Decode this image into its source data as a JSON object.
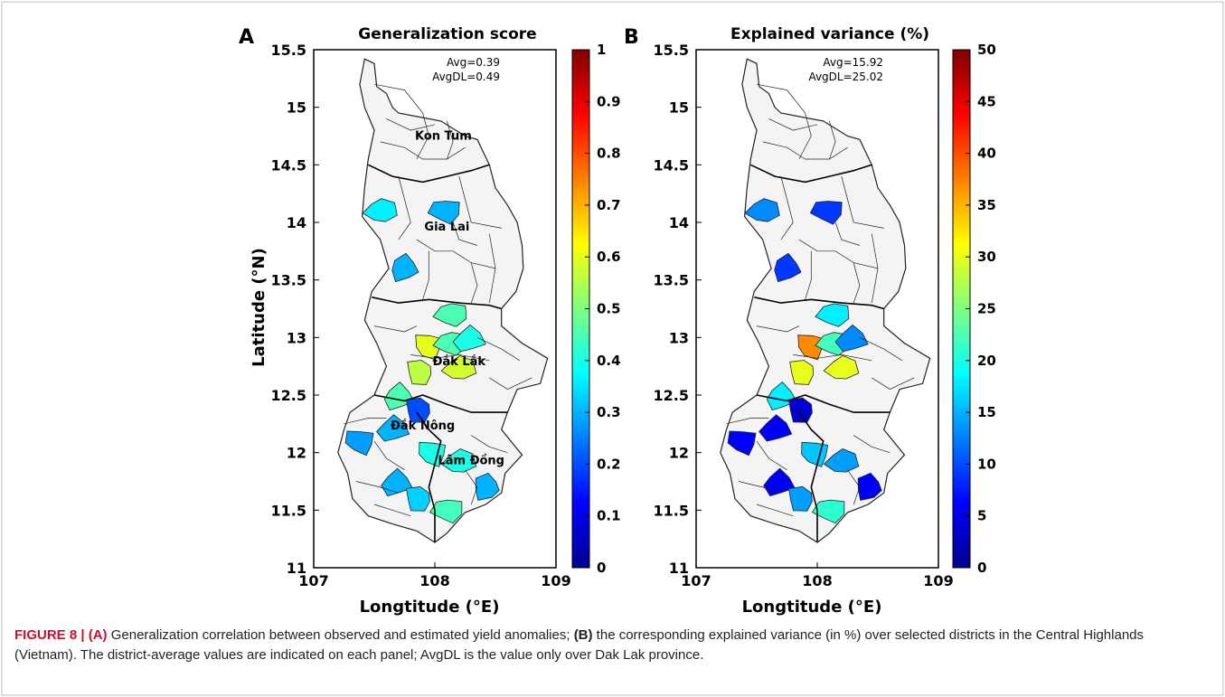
{
  "figure": {
    "caption_label": "FIGURE 8 | (A)",
    "caption_text_a": " Generalization correlation between observed and estimated yield anomalies; ",
    "caption_label_b": "(B)",
    "caption_text_b": " the corresponding explained variance (in %) over selected districts in the Central Highlands (Vietnam). The district-average values are indicated on each panel; AvgDL is the value only over Dak Lak province."
  },
  "map_data": [
    {
      "panel": "A",
      "title": "Generalization score",
      "avg_label": "Avg=0.39",
      "avgdl_label": "AvgDL=0.49",
      "xlabel": "Longtitude (°E)",
      "ylabel": "Latitude (°N)",
      "xlim": [
        107,
        109
      ],
      "ylim": [
        11,
        15.5
      ],
      "xticks": [
        "107",
        "108",
        "109"
      ],
      "yticks": [
        "11",
        "11.5",
        "12",
        "12.5",
        "13",
        "13.5",
        "14",
        "14.5",
        "15",
        "15.5"
      ],
      "colorbar": {
        "range": [
          0,
          1
        ],
        "ticks": [
          "0",
          "0.1",
          "0.2",
          "0.3",
          "0.4",
          "0.5",
          "0.6",
          "0.7",
          "0.8",
          "0.9",
          "1"
        ],
        "colormap": "jet"
      },
      "province_labels": [
        {
          "name": "Kon Tum",
          "lon": 108.07,
          "lat": 14.72
        },
        {
          "name": "Gia Lai",
          "lon": 108.1,
          "lat": 13.93
        },
        {
          "name": "Đắk Lắk",
          "lon": 108.2,
          "lat": 12.76
        },
        {
          "name": "Đắk Nông",
          "lon": 107.9,
          "lat": 12.2
        },
        {
          "name": "Lâm Đồng",
          "lon": 108.3,
          "lat": 11.9
        }
      ],
      "districts": [
        {
          "lon": 107.55,
          "lat": 14.1,
          "value": 0.36
        },
        {
          "lon": 108.08,
          "lat": 14.1,
          "value": 0.3
        },
        {
          "lon": 107.75,
          "lat": 13.6,
          "value": 0.3
        },
        {
          "lon": 108.13,
          "lat": 13.2,
          "value": 0.45
        },
        {
          "lon": 107.95,
          "lat": 12.93,
          "value": 0.6
        },
        {
          "lon": 108.13,
          "lat": 12.95,
          "value": 0.45
        },
        {
          "lon": 108.28,
          "lat": 12.98,
          "value": 0.4
        },
        {
          "lon": 107.88,
          "lat": 12.7,
          "value": 0.56
        },
        {
          "lon": 108.2,
          "lat": 12.73,
          "value": 0.58
        },
        {
          "lon": 107.7,
          "lat": 12.48,
          "value": 0.45
        },
        {
          "lon": 107.87,
          "lat": 12.37,
          "value": 0.2
        },
        {
          "lon": 107.38,
          "lat": 12.1,
          "value": 0.28
        },
        {
          "lon": 107.65,
          "lat": 12.2,
          "value": 0.3
        },
        {
          "lon": 107.98,
          "lat": 12.0,
          "value": 0.4
        },
        {
          "lon": 108.2,
          "lat": 11.92,
          "value": 0.4
        },
        {
          "lon": 107.68,
          "lat": 11.73,
          "value": 0.3
        },
        {
          "lon": 107.87,
          "lat": 11.6,
          "value": 0.33
        },
        {
          "lon": 108.1,
          "lat": 11.5,
          "value": 0.44
        },
        {
          "lon": 108.43,
          "lat": 11.7,
          "value": 0.3
        }
      ]
    },
    {
      "panel": "B",
      "title": "Explained variance (%)",
      "avg_label": "Avg=15.92",
      "avgdl_label": "AvgDL=25.02",
      "xlabel": "Longtitude (°E)",
      "ylabel": "",
      "xlim": [
        107,
        109
      ],
      "ylim": [
        11,
        15.5
      ],
      "xticks": [
        "107",
        "108",
        "109"
      ],
      "yticks": [
        "11",
        "11.5",
        "12",
        "12.5",
        "13",
        "13.5",
        "14",
        "14.5",
        "15",
        "15.5"
      ],
      "colorbar": {
        "range": [
          0,
          50
        ],
        "ticks": [
          "0",
          "5",
          "10",
          "15",
          "20",
          "25",
          "30",
          "35",
          "40",
          "45",
          "50"
        ],
        "colormap": "jet"
      },
      "province_labels": [],
      "districts": [
        {
          "lon": 107.55,
          "lat": 14.1,
          "value": 13
        },
        {
          "lon": 108.08,
          "lat": 14.1,
          "value": 9
        },
        {
          "lon": 107.75,
          "lat": 13.6,
          "value": 9
        },
        {
          "lon": 108.13,
          "lat": 13.2,
          "value": 18
        },
        {
          "lon": 107.95,
          "lat": 12.93,
          "value": 37
        },
        {
          "lon": 108.13,
          "lat": 12.95,
          "value": 22
        },
        {
          "lon": 108.28,
          "lat": 12.98,
          "value": 13
        },
        {
          "lon": 107.88,
          "lat": 12.7,
          "value": 30
        },
        {
          "lon": 108.2,
          "lat": 12.73,
          "value": 30
        },
        {
          "lon": 107.7,
          "lat": 12.48,
          "value": 18
        },
        {
          "lon": 107.87,
          "lat": 12.37,
          "value": 4
        },
        {
          "lon": 107.38,
          "lat": 12.1,
          "value": 6
        },
        {
          "lon": 107.65,
          "lat": 12.2,
          "value": 6
        },
        {
          "lon": 107.98,
          "lat": 12.0,
          "value": 16
        },
        {
          "lon": 108.2,
          "lat": 11.92,
          "value": 14
        },
        {
          "lon": 107.68,
          "lat": 11.73,
          "value": 6
        },
        {
          "lon": 107.87,
          "lat": 11.6,
          "value": 14
        },
        {
          "lon": 108.1,
          "lat": 11.5,
          "value": 21
        },
        {
          "lon": 108.43,
          "lat": 11.7,
          "value": 6
        }
      ]
    }
  ],
  "colors": {
    "empty_district": "#f4f4f4",
    "district_border": "#222222",
    "caption_label": "#c8102e"
  }
}
